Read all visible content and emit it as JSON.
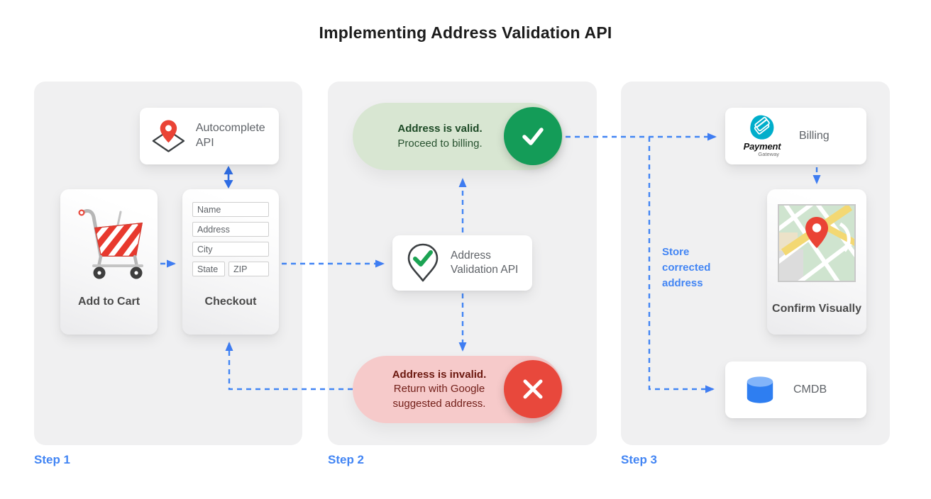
{
  "title": "Implementing Address Validation API",
  "steps": {
    "step1": {
      "label": "Step 1",
      "autocomplete_api": "Autocomplete API",
      "add_to_cart": "Add to Cart",
      "checkout": "Checkout",
      "form_fields": {
        "name": "Name",
        "address": "Address",
        "city": "City",
        "state": "State",
        "zip": "ZIP"
      }
    },
    "step2": {
      "label": "Step 2",
      "valid_title": "Address is valid.",
      "valid_subtitle": "Proceed to billing.",
      "validation_api": "Address Validation API",
      "invalid_title": "Address is invalid.",
      "invalid_subtitle": "Return with Google suggested address."
    },
    "step3": {
      "label": "Step 3",
      "billing": "Billing",
      "payment_logo_title": "Payment",
      "payment_logo_subtitle": "Gateway",
      "confirm_visually": "Confirm Visually",
      "cmdb": "CMDB",
      "store_corrected_address": "Store corrected address"
    }
  },
  "icons": {
    "autocomplete-pin-icon": "red map pin over diamond map outline",
    "shopping-cart-icon": "red striped shopping cart",
    "validation-pin-icon": "pin outline with green checkmark",
    "check-icon": "white checkmark in green circle",
    "cross-icon": "white X in red circle",
    "payment-gateway-logo": "teal pick shape with credit cards",
    "map-thumbnail-icon": "street map with red pin",
    "database-icon": "blue cylinder",
    "arrow-connectors": "blue dashed arrows"
  },
  "colors": {
    "accent_blue": "#4285F4",
    "valid_green": "#149c58",
    "valid_pill_bg": "#d8e6d2",
    "invalid_red": "#e8483c",
    "invalid_pill_bg": "#f6caca",
    "panel_bg": "#f0f0f1",
    "card_text_gray": "#5F6368",
    "node_label_gray": "#4a4a4a",
    "logo_teal": "#00AECB",
    "pin_red": "#EA4335"
  }
}
